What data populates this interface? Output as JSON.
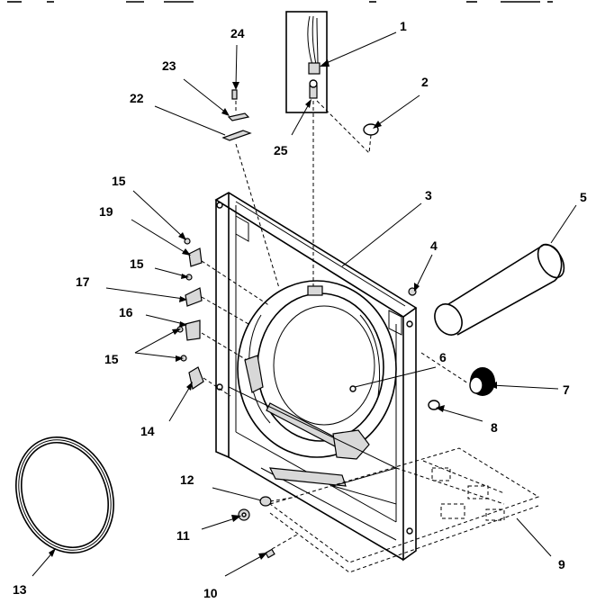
{
  "diagram": {
    "callouts": [
      "1",
      "2",
      "3",
      "4",
      "5",
      "6",
      "7",
      "8",
      "9",
      "10",
      "11",
      "12",
      "13",
      "14",
      "15",
      "15",
      "15",
      "16",
      "17",
      "19",
      "15",
      "22",
      "23",
      "24",
      "25"
    ]
  }
}
